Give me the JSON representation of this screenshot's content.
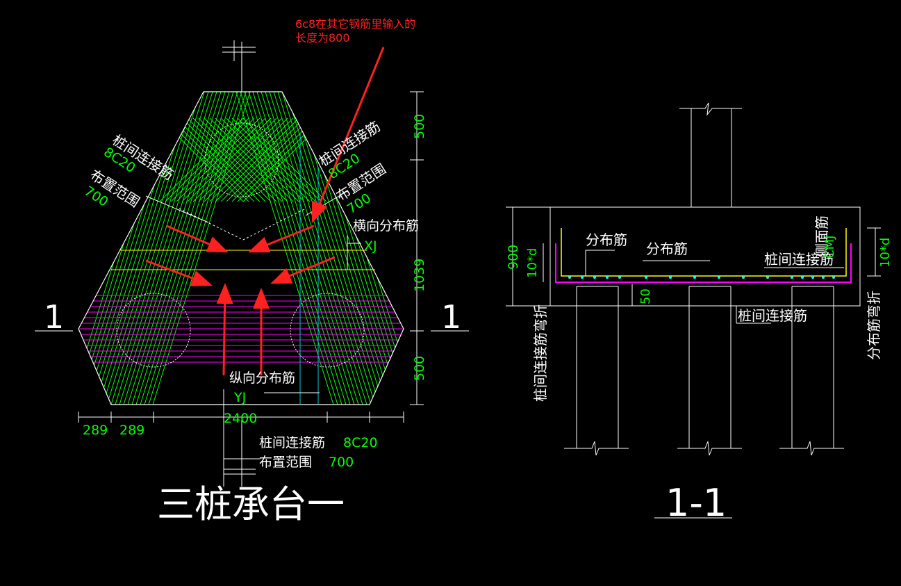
{
  "colors": {
    "background": "#000000",
    "line": "#ffffff",
    "rebar": "#00ff00",
    "dim": "#00ff00",
    "annotation": "#ff2020",
    "yellow": "#ffff00",
    "magenta": "#ff00ff",
    "cyan": "#00cccc"
  },
  "plan": {
    "title": "三桩承台一",
    "section_mark": "1",
    "annotation": {
      "line1": "6c8在其它钢筋里输入的",
      "line2": "长度为800"
    },
    "left_conn": {
      "name": "桩间连接筋",
      "spec": "8C20",
      "range_label": "布置范围",
      "range_value": "700"
    },
    "right_conn": {
      "name": "桩间连接筋",
      "spec": "8C20",
      "range_label": "布置范围",
      "range_value": "700"
    },
    "bottom_conn": {
      "name": "桩间连接筋",
      "spec": "8C20",
      "range_label": "布置范围",
      "range_value": "700"
    },
    "transverse": {
      "label": "横向分布筋",
      "code": "XJ"
    },
    "longitudinal": {
      "label": "纵向分布筋",
      "code": "YJ"
    },
    "dims": {
      "top": "500",
      "middle": "1039",
      "bottom": "500",
      "width": "2400",
      "left1": "289",
      "left2": "289"
    }
  },
  "section": {
    "title": "1-1",
    "labels": {
      "dist1": "分布筋",
      "dist2": "分布筋",
      "side_bar": "侧面筋",
      "side_code": "CMJ",
      "conn_top": "桩间连接筋",
      "conn_bottom": "桩间连接筋",
      "conn_bend": "桩间连接筋弯折",
      "dist_bend": "分布筋弯折"
    },
    "dims": {
      "height": "900",
      "left_bend": "10*d",
      "right_bend": "10*d",
      "cover": "50"
    }
  }
}
